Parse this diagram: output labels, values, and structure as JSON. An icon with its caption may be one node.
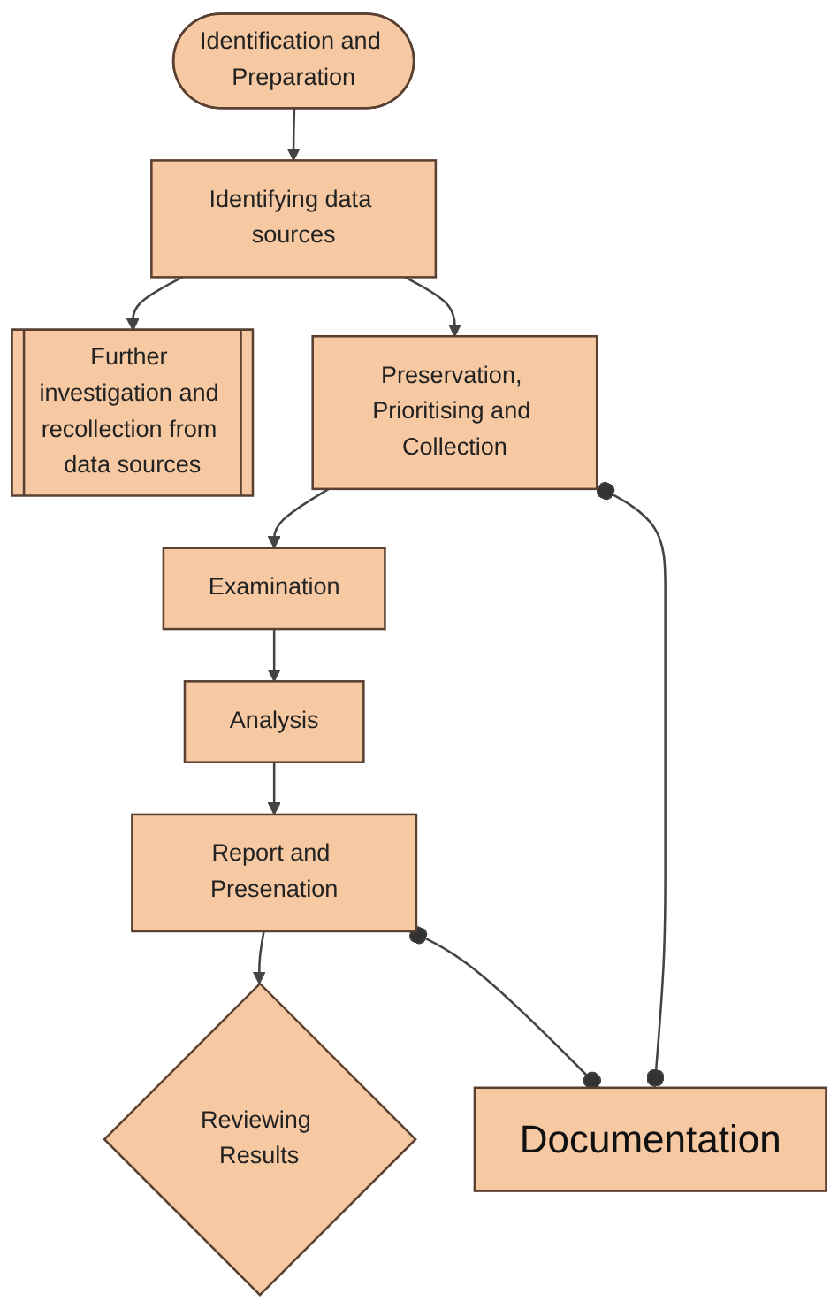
{
  "diagram": {
    "nodes": [
      {
        "text": [
          "Identification and Preparation"
        ]
      },
      {
        "text": [
          "Identifying data sources"
        ]
      },
      {
        "text": [
          "Further investigation and recollection from data sources"
        ]
      },
      {
        "text": [
          "Preservation, Prioritising and Collection"
        ]
      },
      {
        "text": [
          "Examination"
        ]
      },
      {
        "text": [
          "Analysis"
        ]
      },
      {
        "text": [
          "Report and Presenation"
        ]
      },
      {
        "text": [
          "Reviewing Results"
        ]
      },
      {
        "text": [
          "Documentation"
        ]
      }
    ],
    "edges": [
      {
        "from": 0,
        "to": 1,
        "arrow": "to"
      },
      {
        "from": 1,
        "to": 2,
        "arrow": "to"
      },
      {
        "from": 1,
        "to": 3,
        "arrow": "to"
      },
      {
        "from": 3,
        "to": 4,
        "arrow": "to"
      },
      {
        "from": 4,
        "to": 5,
        "arrow": "to"
      },
      {
        "from": 5,
        "to": 6,
        "arrow": "to"
      },
      {
        "from": 6,
        "to": 7,
        "arrow": "to"
      },
      {
        "from": 3,
        "to": 8,
        "arrow": "other"
      },
      {
        "from": 6,
        "to": 8,
        "arrow": "other"
      }
    ]
  }
}
